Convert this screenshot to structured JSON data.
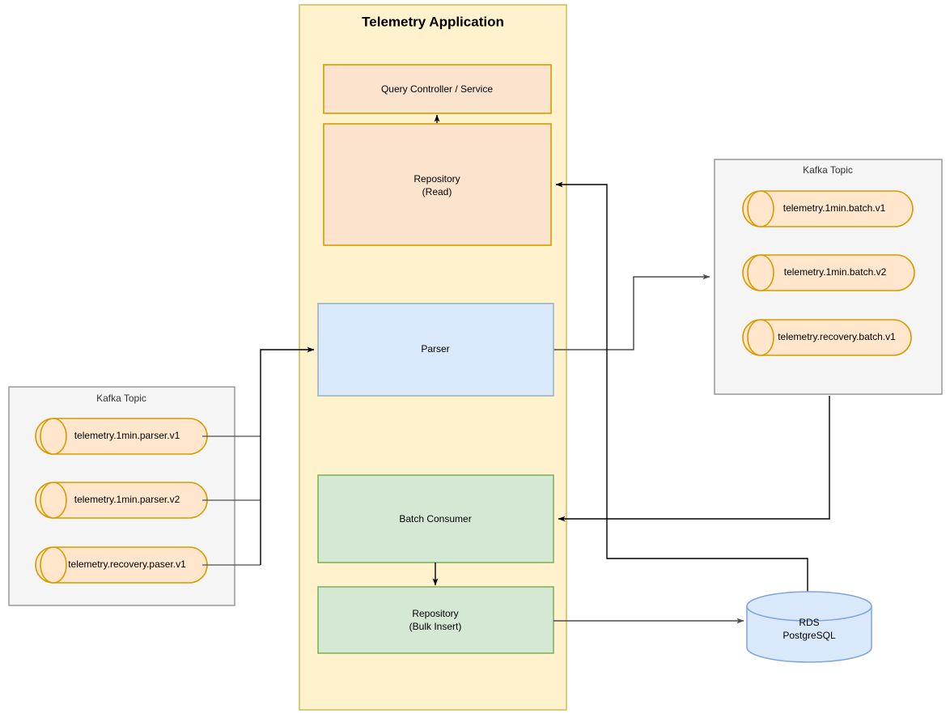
{
  "diagram": {
    "title": "Telemetry Application",
    "app_container": {
      "label": "Telemetry Application",
      "fill": "#fff2cc",
      "stroke": "#d6b656"
    },
    "nodes": [
      {
        "id": "query-controller",
        "label": "Query Controller / Service",
        "fill": "#fce3cd",
        "stroke": "#d79b00"
      },
      {
        "id": "repository-read",
        "label": "Repository",
        "label2": "(Read)",
        "fill": "#fce3cd",
        "stroke": "#d79b00"
      },
      {
        "id": "parser",
        "label": "Parser",
        "fill": "#dae8fc",
        "stroke": "#9ab3c6"
      },
      {
        "id": "batch-consumer",
        "label": "Batch Consumer",
        "fill": "#d5e8d4",
        "stroke": "#82b366"
      },
      {
        "id": "repository-bulk-insert",
        "label": "Repository",
        "label2": "(Bulk Insert)",
        "fill": "#d5e8d4",
        "stroke": "#82b366"
      },
      {
        "id": "rds-postgresql",
        "label": "RDS",
        "label2": "PostgreSQL",
        "fill": "#dae8fc",
        "stroke": "#7ea6d9"
      }
    ],
    "kafka_left": {
      "group_label": "Kafka Topic",
      "fill": "#f5f5f5",
      "stroke": "#999999",
      "topics": [
        {
          "id": "telemetry-1min-parser-v1",
          "label": "telemetry.1min.parser.v1"
        },
        {
          "id": "telemetry-1min-parser-v2",
          "label": "telemetry.1min.parser.v2"
        },
        {
          "id": "telemetry-recovery-paser-v1",
          "label": "telemetry.recovery.paser.v1"
        }
      ]
    },
    "kafka_right": {
      "group_label": "Kafka Topic",
      "fill": "#f5f5f5",
      "stroke": "#999999",
      "topics": [
        {
          "id": "telemetry-1min-batch-v1",
          "label": "telemetry.1min.batch.v1"
        },
        {
          "id": "telemetry-1min-batch-v2",
          "label": "telemetry.1min.batch.v2"
        },
        {
          "id": "telemetry-recovery-batch-v1",
          "label": "telemetry.recovery.batch.v1"
        }
      ]
    },
    "topic_style": {
      "fill": "#ffe6cc",
      "stroke": "#d79b00"
    },
    "edges": [
      {
        "id": "repository-read-to-query-controller",
        "from": "repository-read",
        "to": "query-controller"
      },
      {
        "id": "kafka-right-to-repository-read",
        "from": "kafka_right",
        "to": "repository-read"
      },
      {
        "id": "left-topics-to-parser",
        "from": "kafka_left",
        "to": "parser"
      },
      {
        "id": "parser-to-kafka-right",
        "from": "parser",
        "to": "kafka_right"
      },
      {
        "id": "kafka-right-to-batch-consumer",
        "from": "kafka_right",
        "to": "batch-consumer"
      },
      {
        "id": "batch-consumer-to-repository-bulk-insert",
        "from": "batch-consumer",
        "to": "repository-bulk-insert"
      },
      {
        "id": "repository-bulk-insert-to-rds",
        "from": "repository-bulk-insert",
        "to": "rds-postgresql"
      },
      {
        "id": "repository-read-to-rds",
        "from": "repository-read",
        "to": "rds-postgresql"
      }
    ]
  }
}
